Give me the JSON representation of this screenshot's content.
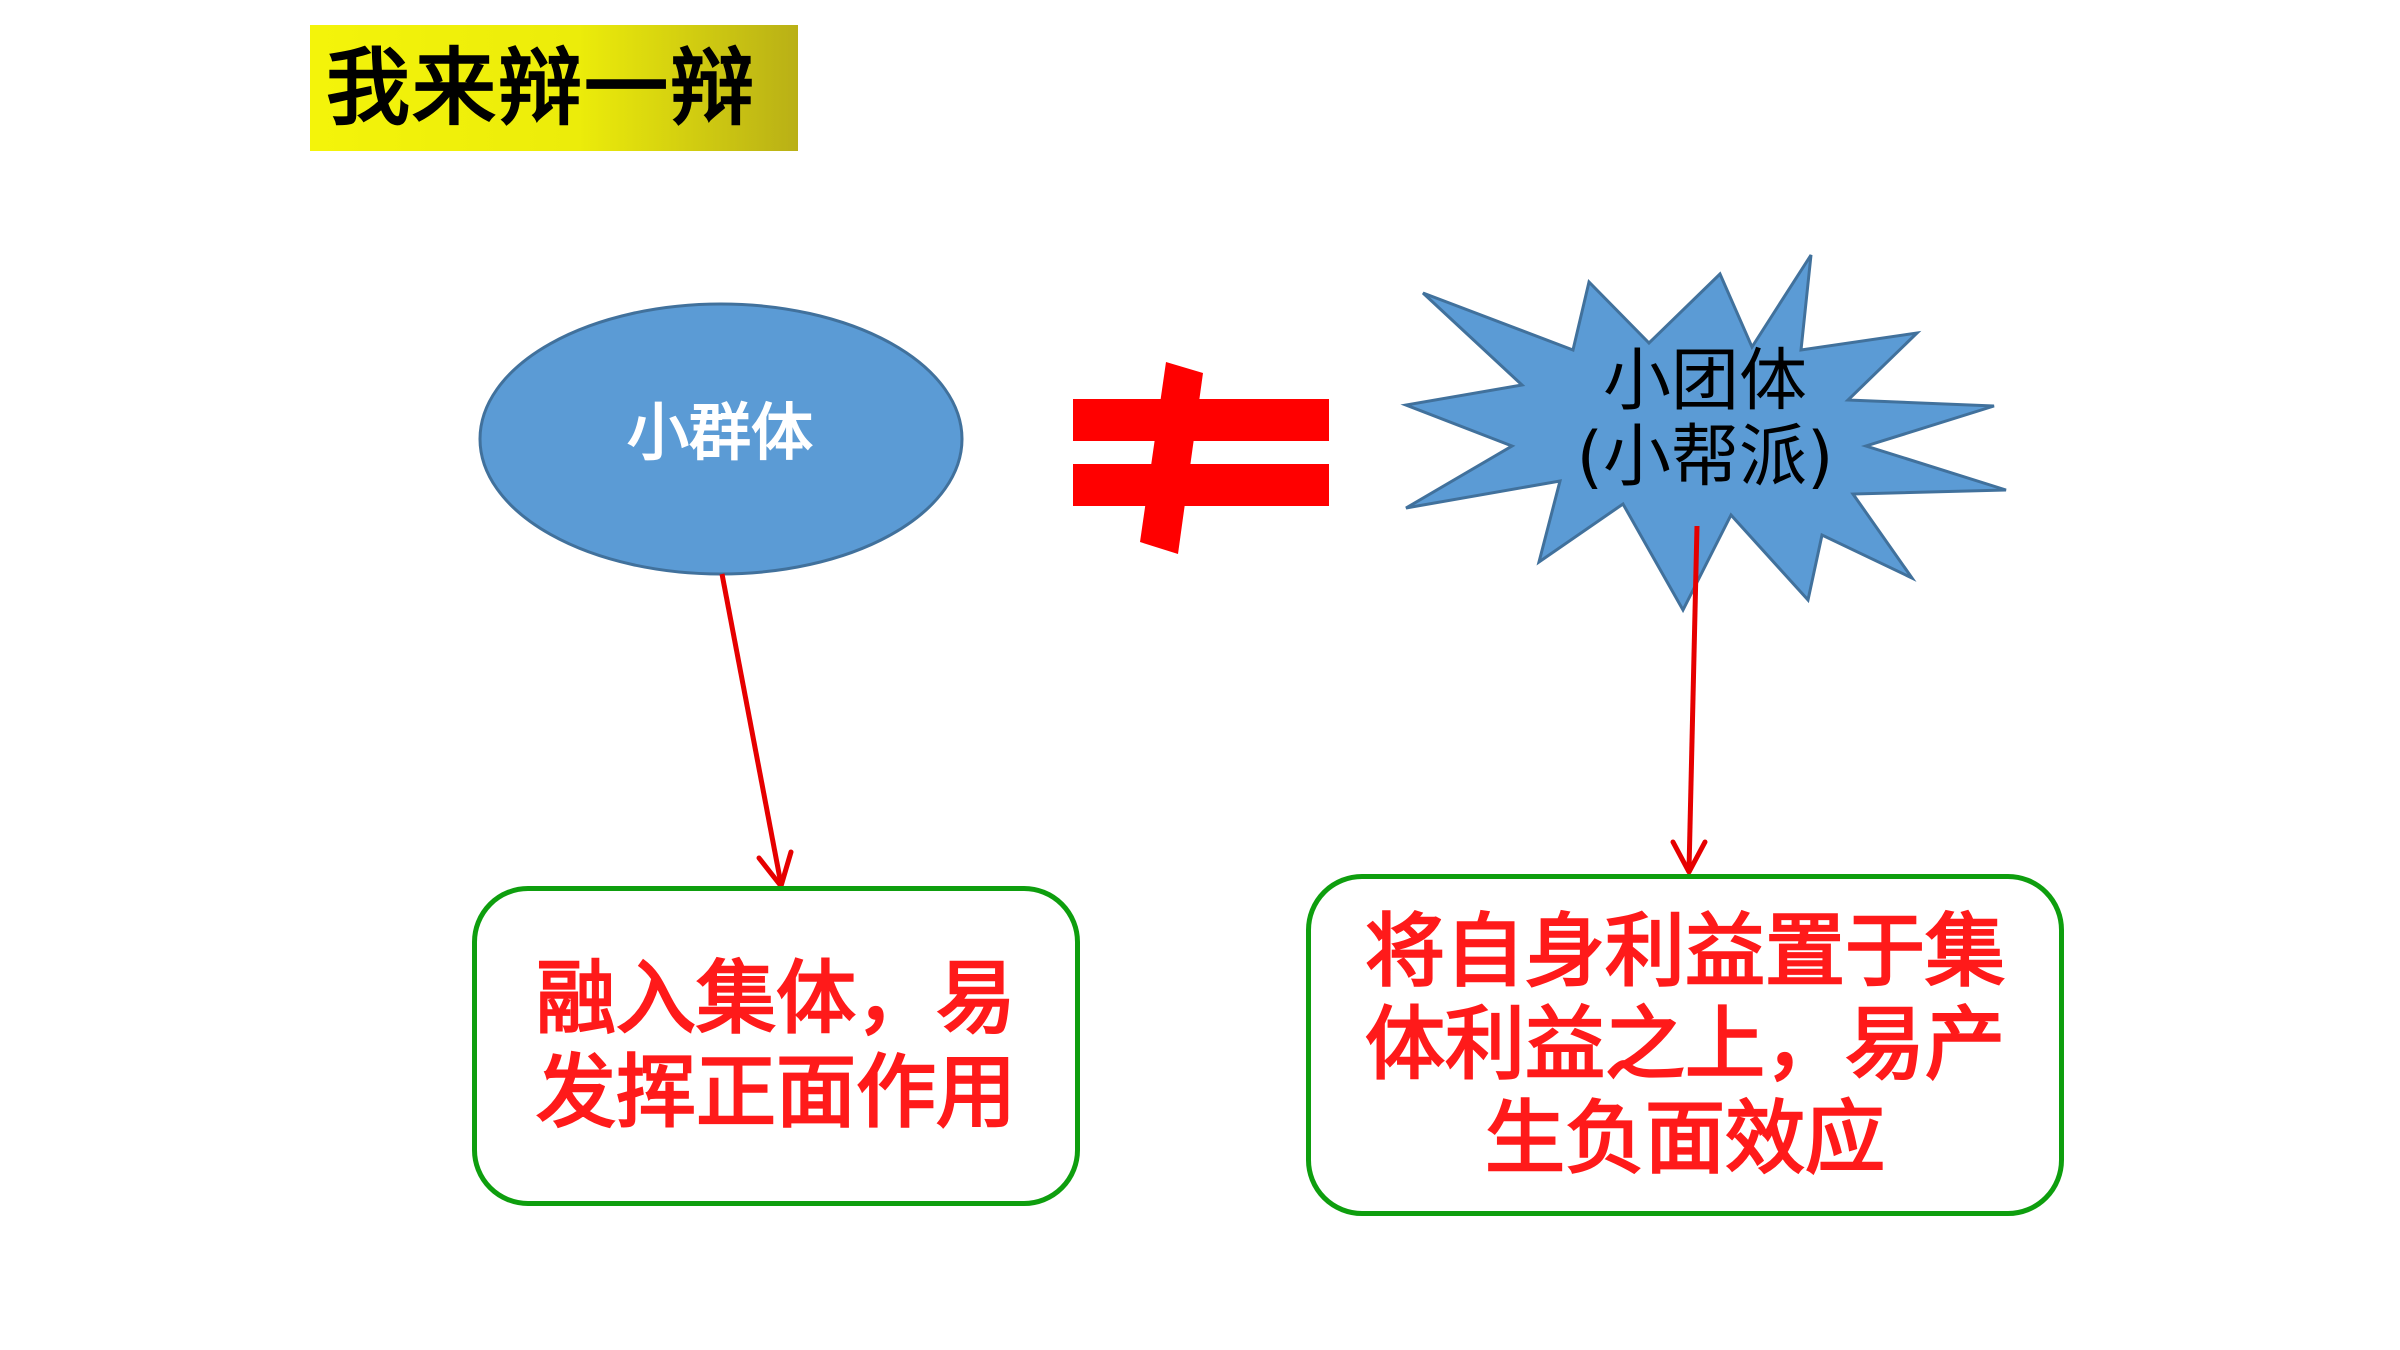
{
  "title": "我来辩一辩",
  "nodes": {
    "small_group": "小群体",
    "clique": {
      "line1": "小团体",
      "line2": "(小帮派)"
    }
  },
  "results": {
    "small_group": {
      "line1": "融入集体，易",
      "line2": "发挥正面作用"
    },
    "clique": {
      "line1": "将自身利益置于集",
      "line2": "体利益之上，易产",
      "line3": "生负面效应"
    }
  },
  "colors": {
    "title_bg": "#f4f40a",
    "shape_fill": "#5b9bd5",
    "shape_stroke": "#41719c",
    "not_equal": "#ff0000",
    "arrow": "#e60000",
    "box_border": "#0e9e0e",
    "box_text": "#ff1a1a"
  },
  "icons": {
    "relation": "not-equal-sign"
  }
}
